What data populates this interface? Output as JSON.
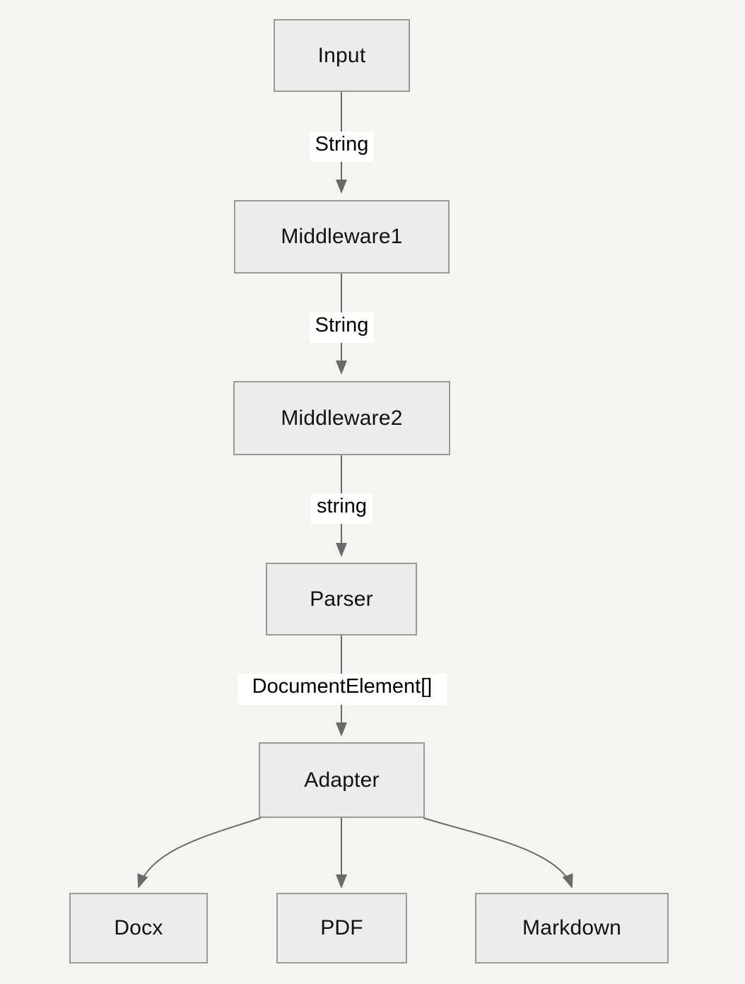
{
  "diagram": {
    "type": "flowchart",
    "direction": "top-to-bottom",
    "background_color": "#f5f4f0",
    "node_fill_color": "#ececec",
    "node_border_color": "#9a9a9a",
    "edge_color": "#666666",
    "label_background_color": "#ffffff",
    "text_color": "#111111",
    "nodes": [
      {
        "id": "input",
        "label": "Input"
      },
      {
        "id": "middleware1",
        "label": "Middleware1"
      },
      {
        "id": "middleware2",
        "label": "Middleware2"
      },
      {
        "id": "parser",
        "label": "Parser"
      },
      {
        "id": "adapter",
        "label": "Adapter"
      },
      {
        "id": "docx",
        "label": "Docx"
      },
      {
        "id": "pdf",
        "label": "PDF"
      },
      {
        "id": "markdown",
        "label": "Markdown"
      }
    ],
    "edges": [
      {
        "from": "input",
        "to": "middleware1",
        "label": "String"
      },
      {
        "from": "middleware1",
        "to": "middleware2",
        "label": "String"
      },
      {
        "from": "middleware2",
        "to": "parser",
        "label": "string"
      },
      {
        "from": "parser",
        "to": "adapter",
        "label": "DocumentElement[]"
      },
      {
        "from": "adapter",
        "to": "docx",
        "label": ""
      },
      {
        "from": "adapter",
        "to": "pdf",
        "label": ""
      },
      {
        "from": "adapter",
        "to": "markdown",
        "label": ""
      }
    ]
  }
}
